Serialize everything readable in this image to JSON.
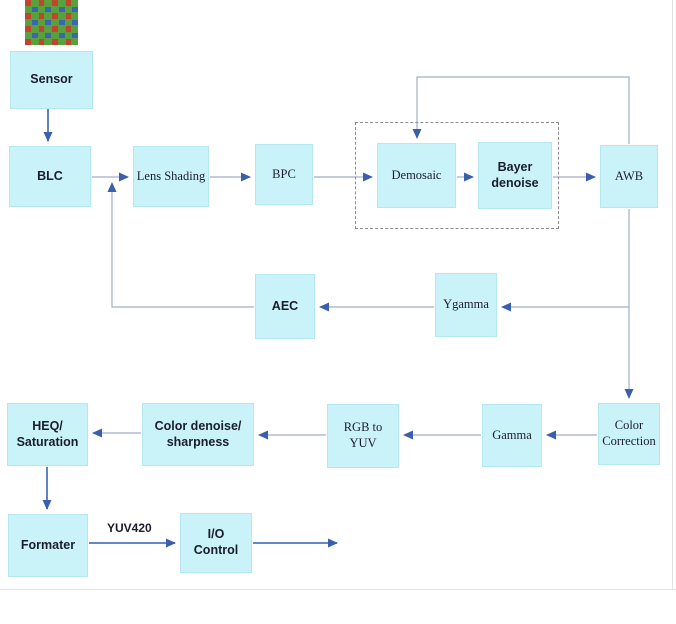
{
  "diagram": {
    "nodes": {
      "sensor": {
        "label": "Sensor"
      },
      "blc": {
        "label": "BLC"
      },
      "lens_shading": {
        "label": "Lens Shading"
      },
      "bpc": {
        "label": "BPC"
      },
      "demosaic": {
        "label": "Demosaic"
      },
      "bayer_denoise": {
        "label": "Bayer\ndenoise"
      },
      "awb": {
        "label": "AWB"
      },
      "aec": {
        "label": "AEC"
      },
      "ygamma": {
        "label": "Ygamma"
      },
      "heq_saturation": {
        "label": "HEQ/\nSaturation"
      },
      "color_denoise": {
        "label": "Color denoise/\nsharpness"
      },
      "rgb_to_yuv": {
        "label": "RGB to\nYUV"
      },
      "gamma": {
        "label": "Gamma"
      },
      "color_correction": {
        "label": "Color\nCorrection"
      },
      "formater": {
        "label": "Formater"
      },
      "io_control": {
        "label": "I/O\nControl"
      }
    },
    "edge_labels": {
      "yuv420": "YUV420"
    },
    "groups": [
      {
        "name": "bayer-domain-group",
        "members": [
          "Demosaic",
          "Bayer denoise"
        ],
        "style": "dashed"
      }
    ],
    "edges": [
      {
        "from": "Sensor",
        "to": "BLC"
      },
      {
        "from": "BLC",
        "to": "Lens Shading"
      },
      {
        "from": "Lens Shading",
        "to": "BPC"
      },
      {
        "from": "BPC",
        "to": "Demosaic"
      },
      {
        "from": "Demosaic",
        "to": "Bayer denoise"
      },
      {
        "from": "Bayer denoise",
        "to": "AWB"
      },
      {
        "from": "AWB",
        "to": "Demosaic",
        "type": "feedback"
      },
      {
        "from": "AWB",
        "to": "Color Correction"
      },
      {
        "from": "AWB",
        "to": "Ygamma",
        "type": "branch"
      },
      {
        "from": "Ygamma",
        "to": "AEC"
      },
      {
        "from": "AEC",
        "to": "BLC output junction",
        "type": "feedback"
      },
      {
        "from": "Color Correction",
        "to": "Gamma"
      },
      {
        "from": "Gamma",
        "to": "RGB to YUV"
      },
      {
        "from": "RGB to YUV",
        "to": "Color denoise/sharpness"
      },
      {
        "from": "Color denoise/sharpness",
        "to": "HEQ/Saturation"
      },
      {
        "from": "HEQ/Saturation",
        "to": "Formater"
      },
      {
        "from": "Formater",
        "to": "I/O Control",
        "label": "YUV420"
      },
      {
        "from": "I/O Control",
        "to": "output"
      }
    ],
    "icons": {
      "bayer_pattern": "bayer-pattern-image"
    },
    "colors": {
      "box_fill": "#c9f3f8",
      "box_border": "#b4e7f0",
      "wire_light": "#9fafcb",
      "wire_strong": "#4e74bd",
      "arrowhead": "#3a5fae",
      "dashed_border": "#8c8c8c",
      "bayer_red": "#c0442e",
      "bayer_green": "#58a13c",
      "bayer_blue": "#3b66b5"
    }
  }
}
